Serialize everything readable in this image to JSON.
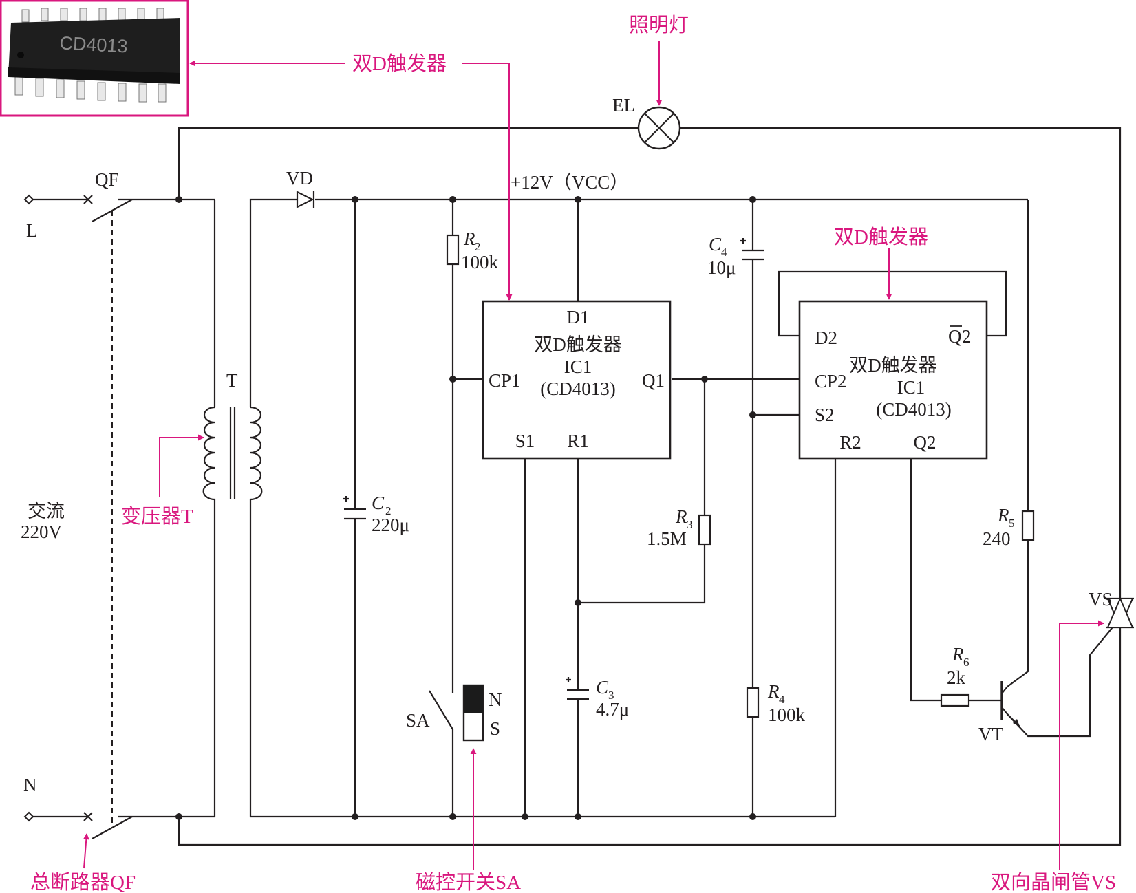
{
  "chip_photo": {
    "marking": "CD4013",
    "border_color": "#d9177e"
  },
  "callouts": {
    "flipflop_top": "双D触发器",
    "lamp": "照明灯",
    "flipflop_right": "双D触发器",
    "transformer": "变压器T",
    "breaker": "总断路器QF",
    "reed_switch": "磁控开关SA",
    "triac": "双向晶闸管VS",
    "color": "#d9177e"
  },
  "mains": {
    "line": "L",
    "neutral": "N",
    "label_line1": "交流",
    "label_line2": "220V"
  },
  "components": {
    "breaker": "QF",
    "transformer": "T",
    "diode": "VD",
    "supply": "+12V（VCC）",
    "lamp": "EL",
    "c2": {
      "ref": "C",
      "sub": "2",
      "value": "220μ"
    },
    "r2": {
      "ref": "R",
      "sub": "2",
      "value": "100k"
    },
    "c4": {
      "ref": "C",
      "sub": "4",
      "value": "10μ"
    },
    "r3": {
      "ref": "R",
      "sub": "3",
      "value": "1.5M"
    },
    "c3": {
      "ref": "C",
      "sub": "3",
      "value": "4.7μ"
    },
    "r4": {
      "ref": "R",
      "sub": "4",
      "value": "100k"
    },
    "r5": {
      "ref": "R",
      "sub": "5",
      "value": "240"
    },
    "r6": {
      "ref": "R",
      "sub": "6",
      "value": "2k"
    },
    "transistor": "VT",
    "triac": "VS",
    "switch": "SA",
    "magnet_n": "N",
    "magnet_s": "S"
  },
  "ic1": {
    "pin_d": "D1",
    "pin_cp": "CP1",
    "pin_q": "Q1",
    "pin_s": "S1",
    "pin_r": "R1",
    "name": "双D触发器",
    "ref": "IC1",
    "part": "(CD4013)"
  },
  "ic2": {
    "pin_d": "D2",
    "pin_qbar": "Q",
    "pin_qbar_num": "2",
    "pin_cp": "CP2",
    "pin_s": "S2",
    "pin_r": "R2",
    "pin_q": "Q2",
    "name": "双D触发器",
    "ref": "IC1",
    "part": "(CD4013)"
  }
}
